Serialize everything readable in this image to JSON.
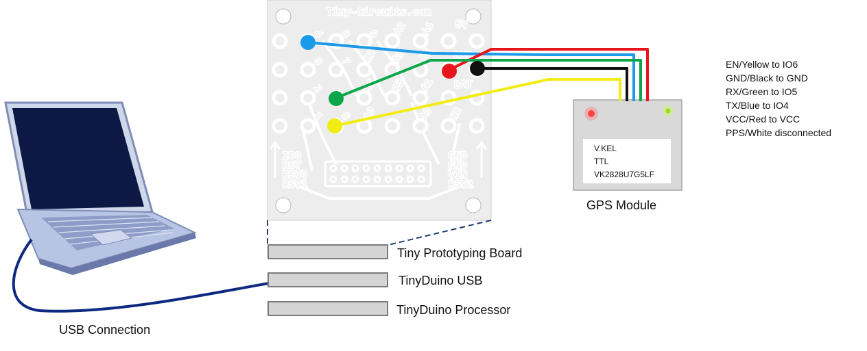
{
  "pcb": {
    "brand": "Tiny-Circuits.com",
    "pin_labels": [
      "4",
      "8",
      "9",
      "A2",
      "A4",
      "5V",
      "3",
      "7",
      "12",
      "A0",
      "GND",
      "2",
      "11",
      "BAT",
      "1",
      "6",
      "10",
      "A3",
      "NC",
      "A5",
      "13",
      "A1",
      "IO0",
      "RST",
      "RSV0",
      "RSV1",
      "GND",
      "GND",
      "VIN",
      "RSV2"
    ]
  },
  "gps": {
    "title": "GPS Module",
    "chip_lines": [
      "V.KEL",
      "TTL",
      "VK2828U7G5LF"
    ]
  },
  "stack": {
    "layers": [
      "Tiny Prototyping Board",
      "TinyDuino USB",
      "TinyDuino Processor"
    ]
  },
  "usb": {
    "label": "USB Connection"
  },
  "pin_notes": [
    "EN/Yellow to IO6",
    "GND/Black to GND",
    "RX/Green to IO5",
    "TX/Blue to IO4",
    "VCC/Red to VCC",
    "PPS/White disconnected"
  ],
  "colors": {
    "wire_blue": "#1b9ae8",
    "wire_red": "#e8141c",
    "wire_green": "#0ea64a",
    "wire_black": "#111111",
    "wire_yellow": "#f2ec14",
    "usb_cable": "#0e2a80",
    "board_bg": "#ededed",
    "gps_body": "#d9d9d9"
  }
}
